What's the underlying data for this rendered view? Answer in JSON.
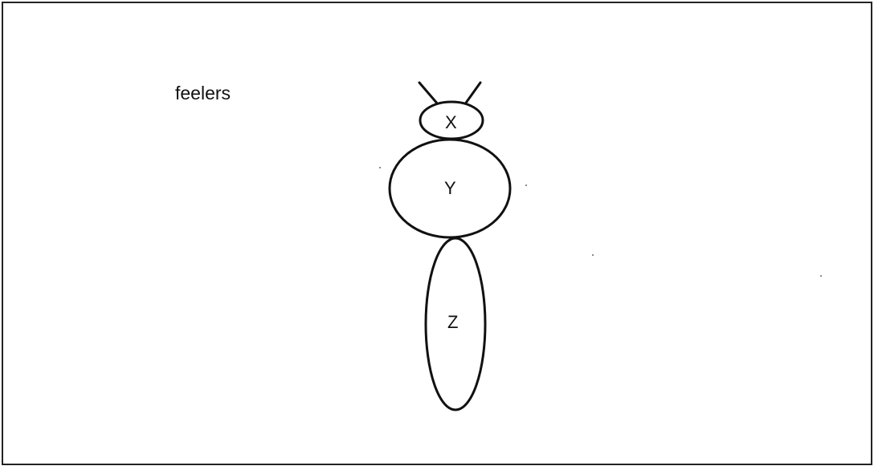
{
  "diagram": {
    "caption": "feelers",
    "segments": [
      {
        "id": "head",
        "label": "X"
      },
      {
        "id": "thorax",
        "label": "Y"
      },
      {
        "id": "abdomen",
        "label": "Z"
      }
    ]
  }
}
